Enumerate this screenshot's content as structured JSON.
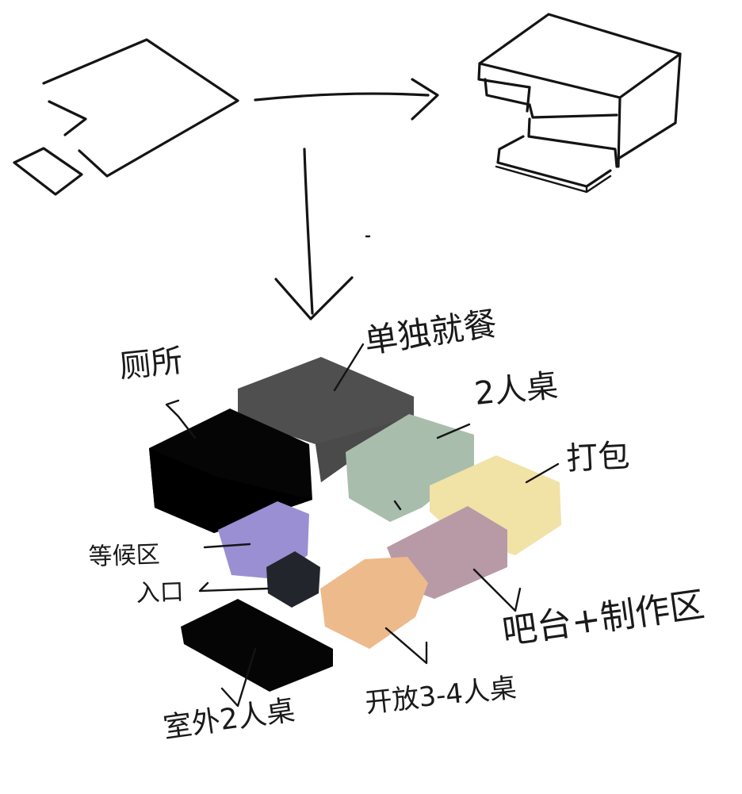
{
  "colors": {
    "restroom_block": "#050505",
    "solo_dining_block": "#4f4f4f",
    "two_person_block": "#a9bdad",
    "packing_block": "#f1e2a6",
    "bar_block": "#b89aa6",
    "open_dining_block": "#edba8b",
    "waiting_block": "#9a8fd2",
    "entrance_block": "#22252c",
    "outdoor_block": "#050505",
    "ink": "#141414"
  },
  "labels": {
    "restroom": "厕所",
    "solo_dining": "单独就餐",
    "two_person": "2人桌",
    "packing": "打包",
    "bar": "吧台+制作区",
    "open_dining": "开放3-4人桌",
    "waiting": "等候区",
    "entrance": "入口",
    "outdoor": "室外2人桌"
  },
  "icons": {
    "right_arrow": "right-arrow-icon",
    "down_arrow": "down-arrow-icon"
  }
}
